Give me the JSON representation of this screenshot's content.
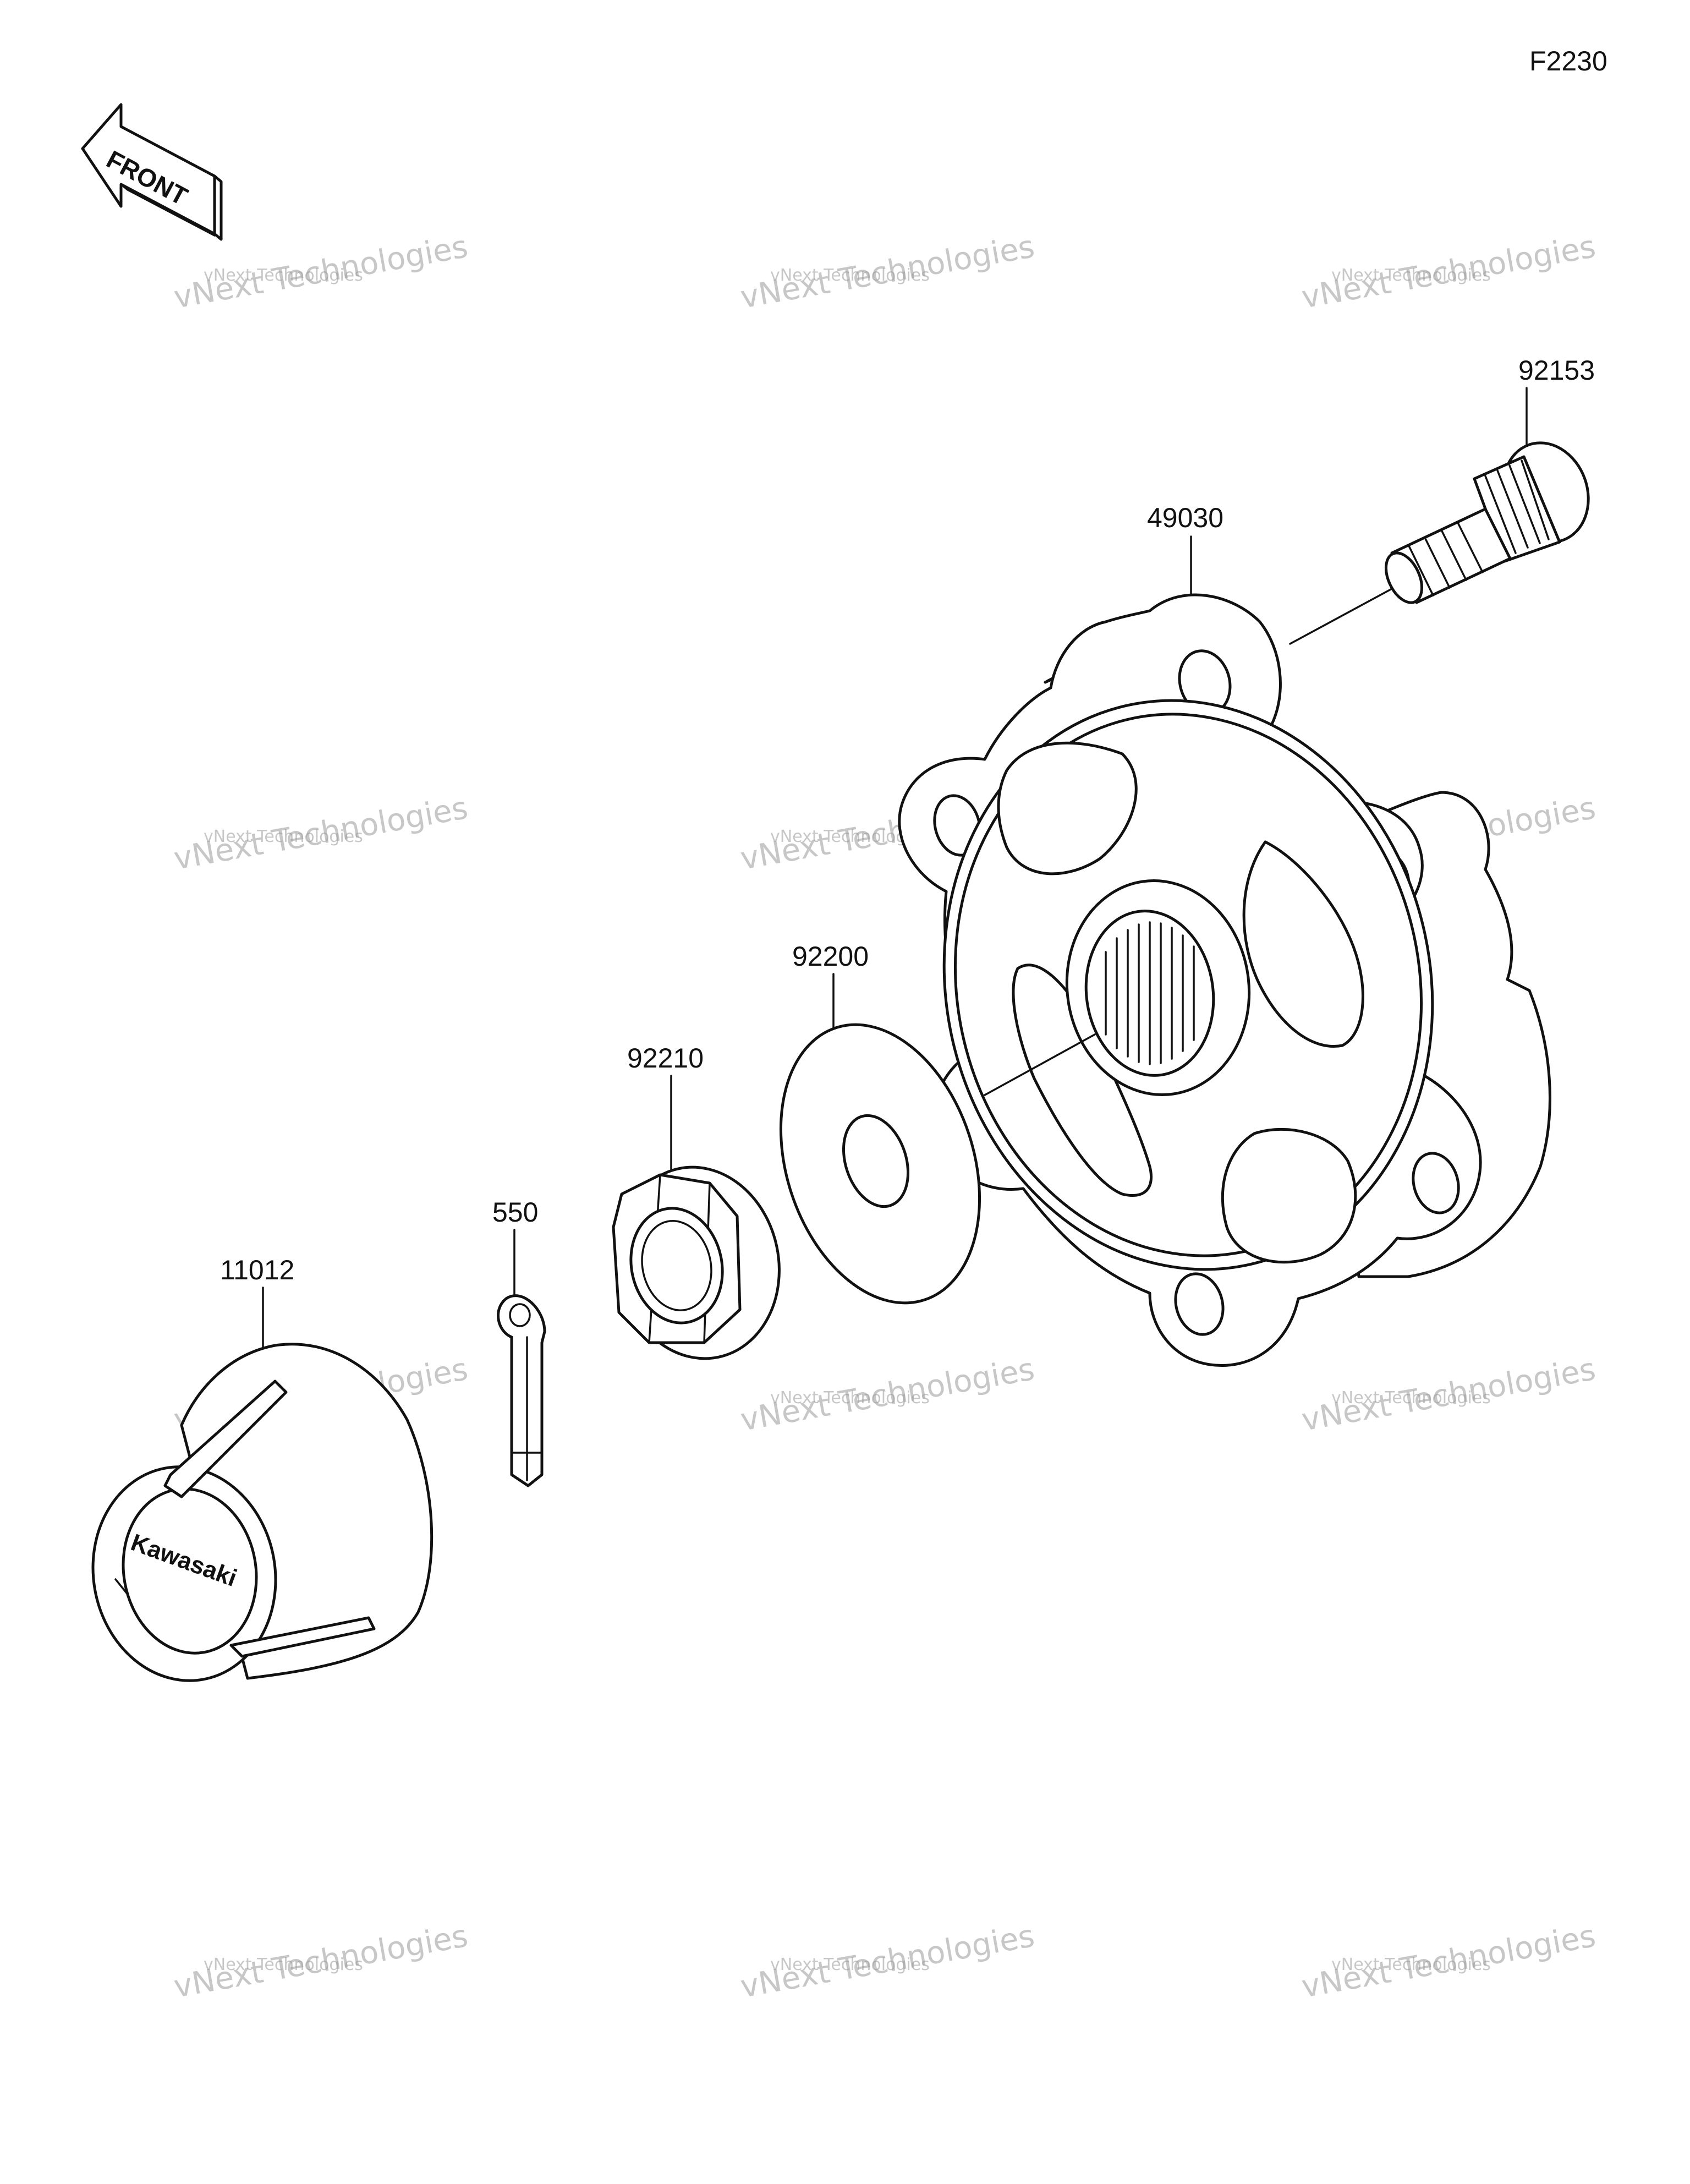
{
  "figure_code": "F2230",
  "front_label": "FRONT",
  "cap_logo": "Kawasaki",
  "watermark": {
    "line1": "vNext Technologies",
    "line2": "vNext Technologies",
    "color": "#9a9a9a"
  },
  "parts": [
    {
      "number": "92153",
      "name": "hub-bolt"
    },
    {
      "number": "49030",
      "name": "hub"
    },
    {
      "number": "92200",
      "name": "washer"
    },
    {
      "number": "92210",
      "name": "nut"
    },
    {
      "number": "550",
      "name": "cotter-pin"
    },
    {
      "number": "11012",
      "name": "cap"
    }
  ]
}
